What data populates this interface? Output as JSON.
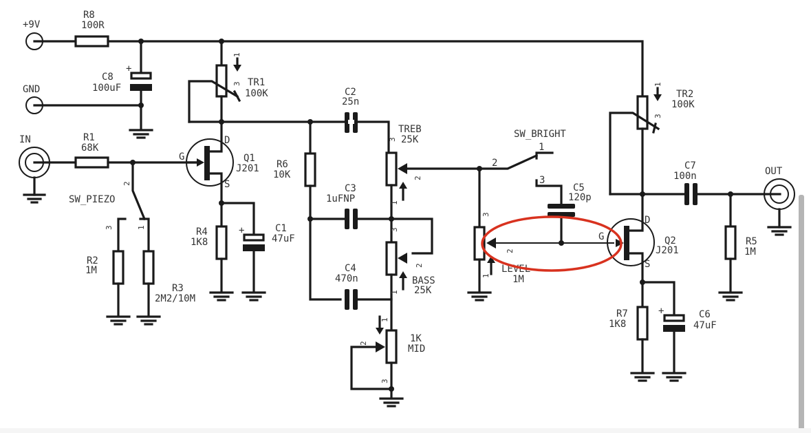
{
  "terminals": {
    "vcc": "+9V",
    "gnd": "GND",
    "input": "IN",
    "output": "OUT"
  },
  "components": {
    "R8": {
      "ref": "R8",
      "value": "100R"
    },
    "C8": {
      "ref": "C8",
      "value": "100uF"
    },
    "TR1": {
      "ref": "TR1",
      "value": "100K"
    },
    "R1": {
      "ref": "R1",
      "value": "68K"
    },
    "Q1": {
      "ref": "Q1",
      "value": "J201"
    },
    "SW_PIEZO": {
      "ref": "SW_PIEZO"
    },
    "R2": {
      "ref": "R2",
      "value": "1M"
    },
    "R3": {
      "ref": "R3",
      "value": "2M2/10M"
    },
    "R4": {
      "ref": "R4",
      "value": "1K8"
    },
    "C1": {
      "ref": "C1",
      "value": "47uF"
    },
    "R6": {
      "ref": "R6",
      "value": "10K"
    },
    "C2": {
      "ref": "C2",
      "value": "25n"
    },
    "C3": {
      "ref": "C3",
      "value": "1uFNP"
    },
    "C4": {
      "ref": "C4",
      "value": "470n"
    },
    "TREB": {
      "ref": "TREB",
      "value": "25K"
    },
    "BASS": {
      "ref": "BASS",
      "value": "25K"
    },
    "MID": {
      "ref": "MID",
      "value": "1K"
    },
    "SW_BRIGHT": {
      "ref": "SW_BRIGHT"
    },
    "C5": {
      "ref": "C5",
      "value": "120p"
    },
    "LEVEL": {
      "ref": "LEVEL",
      "value": "1M"
    },
    "Q2": {
      "ref": "Q2",
      "value": "J201"
    },
    "TR2": {
      "ref": "TR2",
      "value": "100K"
    },
    "C7": {
      "ref": "C7",
      "value": "100n"
    },
    "R5": {
      "ref": "R5",
      "value": "1M"
    },
    "R7": {
      "ref": "R7",
      "value": "1K8"
    },
    "C6": {
      "ref": "C6",
      "value": "47uF"
    }
  },
  "pins": {
    "fet": {
      "gate": "G",
      "drain": "D",
      "source": "S"
    },
    "one": "1",
    "two": "2",
    "three": "3",
    "plus": "+"
  },
  "annotation": {
    "highlight_color": "#d8321f",
    "highlight_target": "LEVEL wiper to Q2 gate net"
  }
}
